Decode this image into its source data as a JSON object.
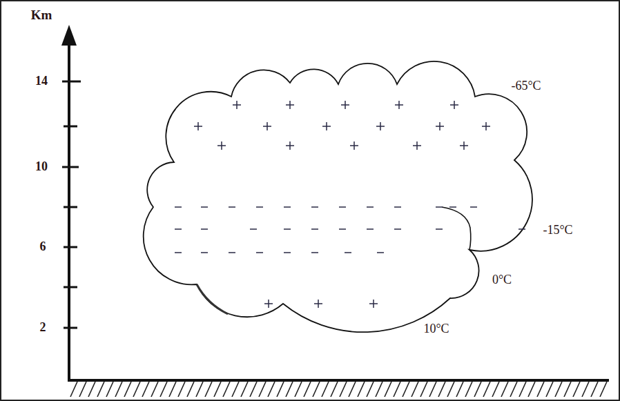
{
  "diagram": {
    "labels": [
      "Km",
      "14",
      "10",
      "6",
      "2",
      "-65°C",
      "-15°C",
      "0°C",
      "10°C"
    ]
  }
}
